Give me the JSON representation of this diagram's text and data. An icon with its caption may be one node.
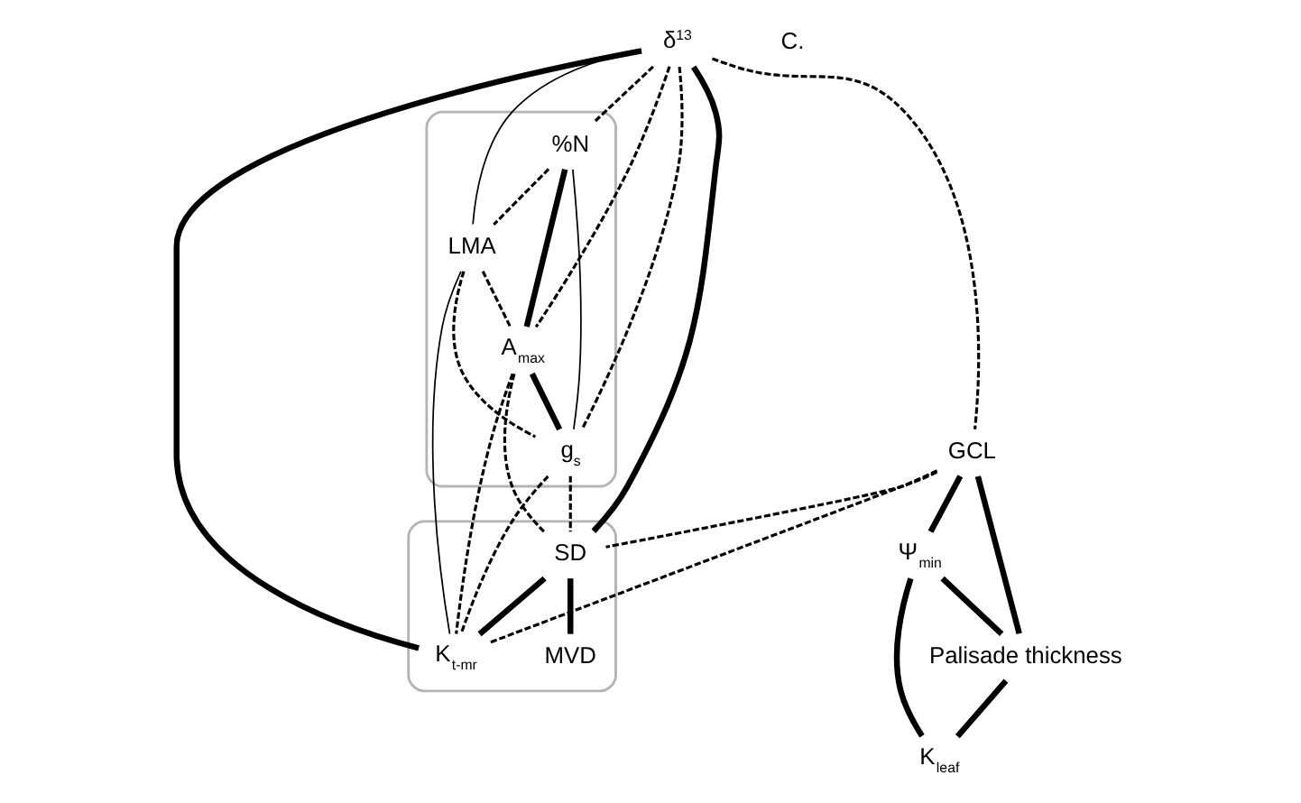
{
  "diagram": {
    "nodes": [
      {
        "text": [
          "δ$^{13}$"
        ]
      },
      {
        "text": [
          "GCL"
        ]
      },
      {
        "text": [],
        "shape": "ellipse"
      },
      {
        "text": [
          "%N"
        ],
        "in": 2
      },
      {
        "text": [
          "LMA"
        ],
        "in": 2
      },
      {
        "text": [
          "A$_{max}$"
        ],
        "in": 2
      },
      {
        "text": [
          "g$_{s}$"
        ],
        "in": 2
      },
      {
        "text": [],
        "shape": "ellipse"
      },
      {
        "text": [
          "SD"
        ],
        "in": 7
      },
      {
        "text": [
          "MVD"
        ],
        "in": 7
      },
      {
        "text": [
          "K$_{t-mr}$"
        ],
        "in": 7
      },
      {
        "text": [
          "Ψ$_{min}$"
        ]
      },
      {
        "text": [
          "Palisade thickness"
        ]
      },
      {
        "text": [
          "K$_{leaf}$"
        ]
      }
    ],
    "edges": [
      {
        "from": 0,
        "to": 4,
        "arrow": "none"
      },
      {
        "from": 4,
        "to": 10,
        "arrow": "none"
      },
      {
        "from": 0,
        "to": 3,
        "arrow": "none",
        "style": "dashed"
      },
      {
        "from": 0,
        "to": 6,
        "arrow": "none",
        "style": "dashed"
      },
      {
        "from": 0,
        "to": 5,
        "arrow": "none",
        "style": "dashed"
      },
      {
        "from": 0,
        "to": 10,
        "arrow": "none",
        "style": "thick"
      },
      {
        "from": 0,
        "to": 8,
        "arrow": "none",
        "style": "thick"
      },
      {
        "from": 0,
        "to": 1,
        "arrow": "none",
        "style": "dashed"
      },
      {
        "from": 3,
        "to": 4,
        "arrow": "none",
        "style": "dashed"
      },
      {
        "from": 3,
        "to": 5,
        "arrow": "none",
        "style": "thick"
      },
      {
        "from": 3,
        "to": 6,
        "arrow": "none"
      },
      {
        "from": 4,
        "to": 5,
        "arrow": "none",
        "style": "dashed"
      },
      {
        "from": 4,
        "to": 6,
        "arrow": "none",
        "style": "dashed"
      },
      {
        "from": 5,
        "to": 6,
        "arrow": "none",
        "style": "thick"
      },
      {
        "from": 5,
        "to": 8,
        "arrow": "none",
        "style": "dashed"
      },
      {
        "from": 5,
        "to": 10,
        "arrow": "none",
        "style": "dashed"
      },
      {
        "from": 6,
        "to": 8,
        "arrow": "none",
        "style": "dashed"
      },
      {
        "from": 6,
        "to": 10,
        "arrow": "none",
        "style": "dashed"
      },
      {
        "from": 1,
        "to": 8,
        "arrow": "none",
        "style": "dashed"
      },
      {
        "from": 1,
        "to": 10,
        "arrow": "none",
        "style": "dashed"
      },
      {
        "from": 8,
        "to": 9,
        "arrow": "none",
        "style": "thick"
      },
      {
        "from": 8,
        "to": 10,
        "arrow": "none",
        "style": "thick"
      },
      {
        "from": 1,
        "to": 11,
        "arrow": "none",
        "style": "thick"
      },
      {
        "from": 1,
        "to": 12,
        "arrow": "none",
        "style": "thick"
      },
      {
        "from": 11,
        "to": 13,
        "arrow": "none",
        "style": "thick"
      },
      {
        "from": 12,
        "to": 13,
        "arrow": "none",
        "style": "thick"
      },
      {
        "from": 11,
        "to": 12,
        "arrow": "none",
        "style": "thick"
      }
    ],
    "labels": [
      "C."
    ]
  }
}
